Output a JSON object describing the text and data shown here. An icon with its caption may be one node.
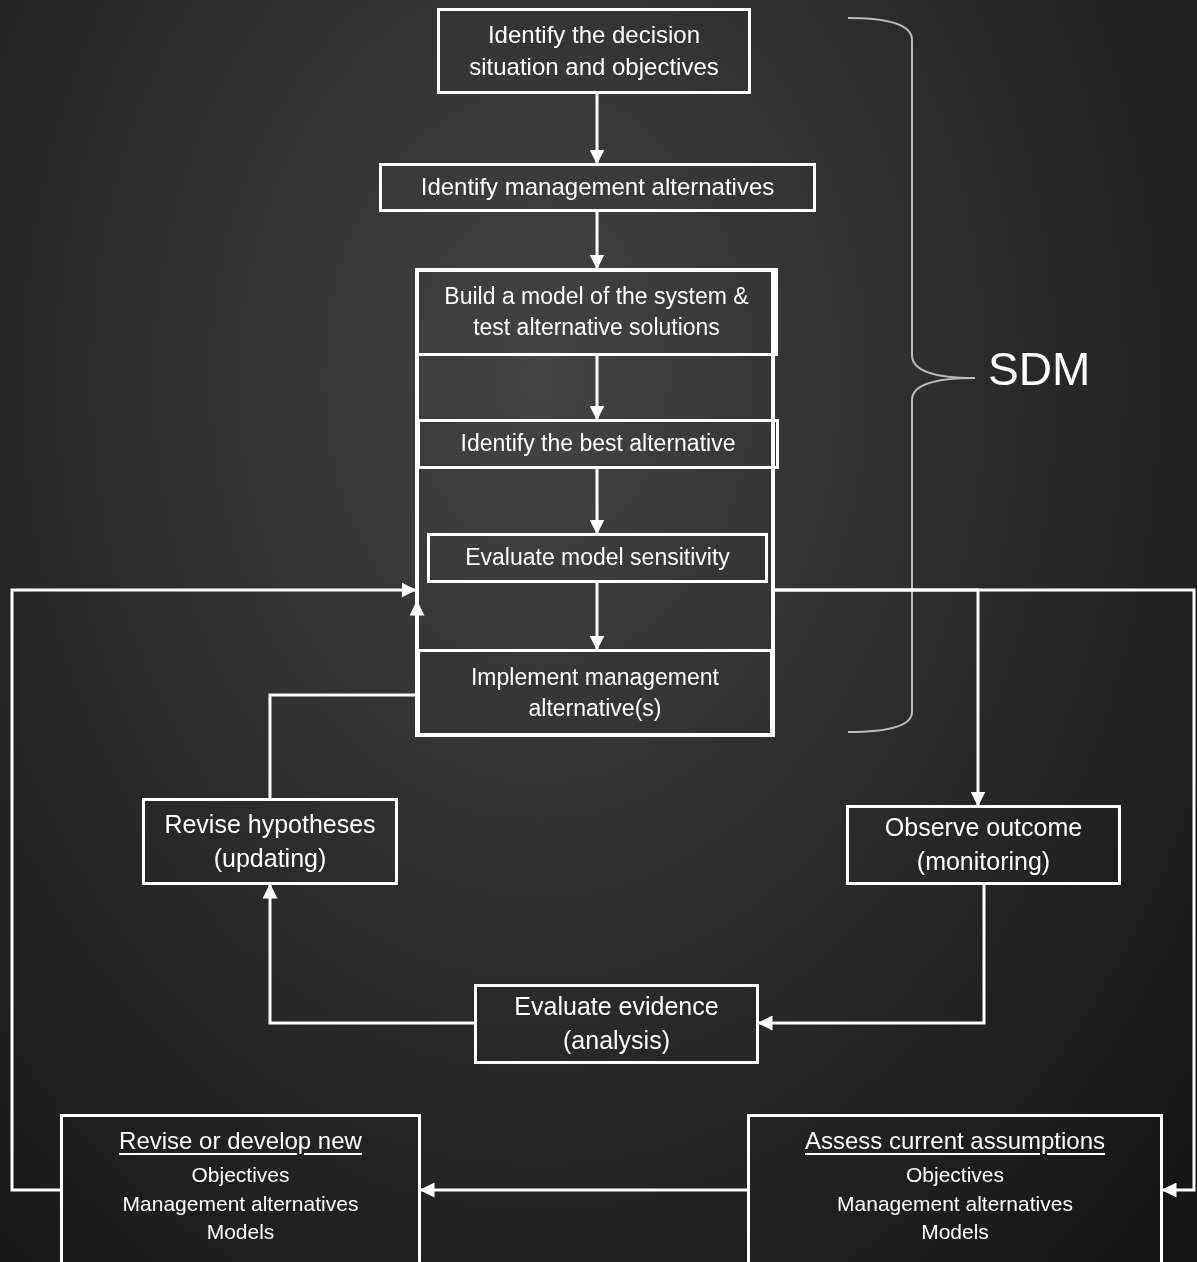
{
  "diagram": {
    "nodes": [
      {
        "text": [
          "Identify the decision situation and objectives"
        ]
      },
      {
        "text": [
          "Identify management alternatives"
        ]
      },
      {
        "text": [],
        "shape": "box"
      },
      {
        "text": [
          "Build a model of the system & test alternative solutions"
        ],
        "in": 2
      },
      {
        "text": [
          "Identify the best alternative"
        ],
        "in": 2
      },
      {
        "text": [
          "Evaluate model sensitivity"
        ],
        "in": 2
      },
      {
        "text": [
          "Implement management alternative(s)"
        ],
        "in": 2
      },
      {
        "text": [
          "Revise hypotheses (updating)"
        ]
      },
      {
        "text": [
          "Observe outcome (monitoring)"
        ]
      },
      {
        "text": [
          "Evaluate evidence (analysis)"
        ]
      },
      {
        "text": [
          "Revise or develop new",
          "Objectives",
          "Management alternatives",
          "Models"
        ]
      },
      {
        "text": [
          "Assess current assumptions",
          "Objectives",
          "Management alternatives",
          "Models"
        ]
      }
    ],
    "edges": [
      {
        "from": 0,
        "to": 1,
        "arrow": "to"
      },
      {
        "from": 1,
        "to": 3,
        "arrow": "to"
      },
      {
        "from": 3,
        "to": 4,
        "arrow": "to"
      },
      {
        "from": 4,
        "to": 5,
        "arrow": "to"
      },
      {
        "from": 5,
        "to": 6,
        "arrow": "to"
      },
      {
        "from": 2,
        "to": 8,
        "arrow": "to"
      },
      {
        "from": 2,
        "to": 11,
        "arrow": "to"
      },
      {
        "from": 8,
        "to": 9,
        "arrow": "to"
      },
      {
        "from": 9,
        "to": 7,
        "arrow": "to"
      },
      {
        "from": 7,
        "to": 2,
        "arrow": "to"
      },
      {
        "from": 11,
        "to": 10,
        "arrow": "to"
      },
      {
        "from": 10,
        "to": 2,
        "arrow": "to"
      }
    ],
    "labels": [
      "SDM"
    ]
  }
}
